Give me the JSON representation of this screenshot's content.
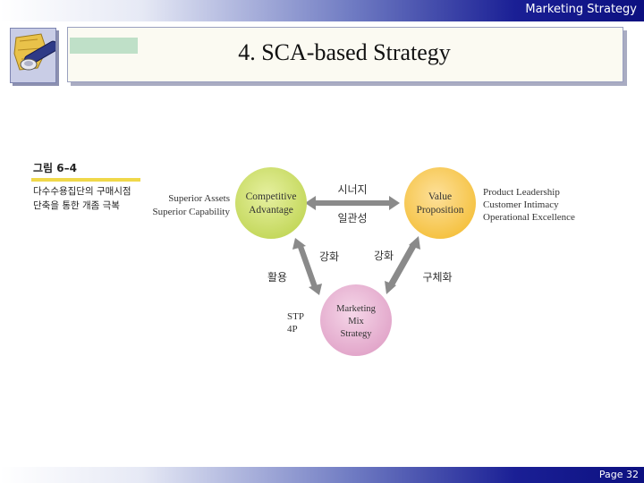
{
  "header": {
    "title": "Marketing Strategy"
  },
  "slide": {
    "title": "4. SCA-based Strategy"
  },
  "figure": {
    "number": "그림 6–4",
    "caption_line1": "다수수용집단의 구매시점",
    "caption_line2": "단축을 통한 개좀 극복"
  },
  "diagram": {
    "nodes": {
      "competitive": {
        "line1": "Competitive",
        "line2": "Advantage",
        "color": "#cde06a"
      },
      "value": {
        "line1": "Value",
        "line2": "Proposition",
        "color": "#f8cc5c"
      },
      "marketing": {
        "line1": "Marketing",
        "line2": "Mix",
        "line3": "Strategy",
        "color": "#e8b2d2"
      }
    },
    "left_labels": [
      "Superior Assets",
      "Superior Capability"
    ],
    "right_labels": [
      "Product Leadership",
      "Customer Intimacy",
      "Operational Excellence"
    ],
    "synergy": "시너지",
    "consistency": "일관성",
    "reinforce_left": "강화",
    "reinforce_right": "강화",
    "utilize": "활용",
    "materialize": "구체화",
    "stp_lines": [
      "STP",
      "4P"
    ]
  },
  "footer": {
    "page": "Page 32"
  },
  "colors": {
    "accent_navy": "#0c1080",
    "arrow_gray": "#8a8a8a"
  }
}
